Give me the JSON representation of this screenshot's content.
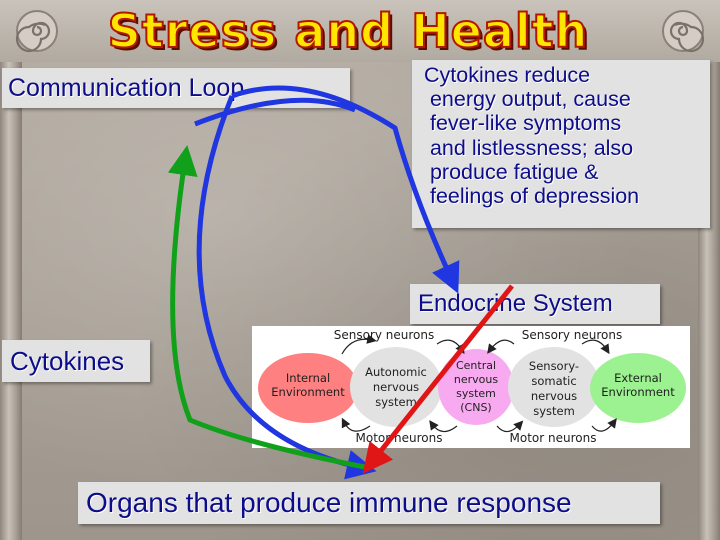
{
  "slide": {
    "title": "Stress and Health",
    "communication_loop": "Communication Loop",
    "cytokines_effect": "Cytokines reduce\n energy output, cause\n fever-like symptoms\n and listlessness; also\n produce fatigue &\n feelings of depression",
    "endocrine_system": "Endocrine System",
    "cytokines": "Cytokines",
    "organs": "Organs that produce immune response"
  },
  "diagram": {
    "sensory_neurons_left": "Sensory neurons",
    "sensory_neurons_right": "Sensory neurons",
    "motor_neurons_left": "Motor neurons",
    "motor_neurons_right": "Motor neurons",
    "internal_environment": "Internal\nEnvironment",
    "autonomic": "Autonomic\nnervous\nsystem",
    "cns": "Central\nnervous\nsystem\n(CNS)",
    "somatic": "Sensory-\nsomatic\nnervous\nsystem",
    "external_environment": "External\nEnvironment"
  },
  "colors": {
    "blue_arrow": "#1f36e0",
    "green_arrow": "#10a01a",
    "red_arrow": "#e01616",
    "box_text": "#0d0d8a",
    "title_fill": "#ffe600",
    "title_outline": "#b21800"
  },
  "icons": {
    "left_ornament": "spiral-scroll-icon",
    "right_ornament": "spiral-scroll-icon"
  }
}
